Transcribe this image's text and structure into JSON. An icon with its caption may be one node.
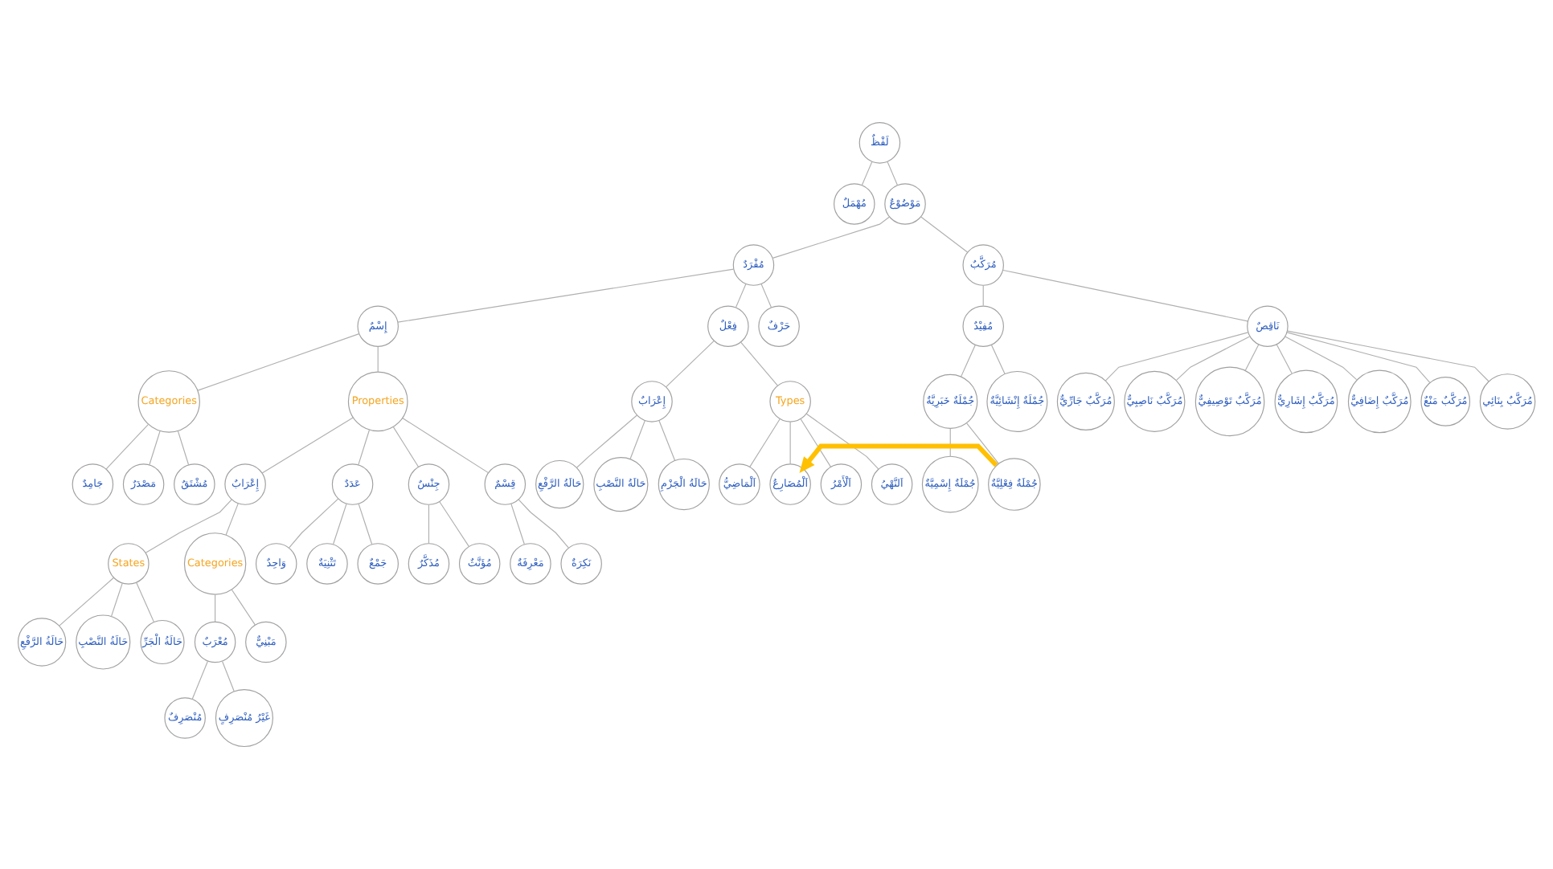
{
  "diagram": {
    "nodes": [
      {
        "text": [
          "لَفْظٌ"
        ]
      },
      {
        "text": [
          "مُهْمَلٌ"
        ]
      },
      {
        "text": [
          "مَوْضُوْعٌ"
        ]
      },
      {
        "text": [
          "مُفْرَدٌ"
        ]
      },
      {
        "text": [
          "مُرَكَّبٌ"
        ]
      },
      {
        "text": [
          "إِسْمٌ"
        ]
      },
      {
        "text": [
          "فِعْلٌ"
        ]
      },
      {
        "text": [
          "حَرْفٌ"
        ]
      },
      {
        "text": [
          "Categories"
        ]
      },
      {
        "text": [
          "Properties"
        ]
      },
      {
        "text": [
          "جَامِدٌ"
        ]
      },
      {
        "text": [
          "مَصْدَرٌ"
        ]
      },
      {
        "text": [
          "مُشْتَقٌ"
        ]
      },
      {
        "text": [
          "إِعْرَابٌ"
        ]
      },
      {
        "text": [
          "عَدَدٌ"
        ]
      },
      {
        "text": [
          "جِنْسٌ"
        ]
      },
      {
        "text": [
          "قِسْمٌ"
        ]
      },
      {
        "text": [
          "States"
        ]
      },
      {
        "text": [
          "Categories"
        ]
      },
      {
        "text": [
          "حَالَةُ الرَّفْعِ"
        ]
      },
      {
        "text": [
          "حَالَةُ النَّصْبِ"
        ]
      },
      {
        "text": [
          "حَالَةُ الْجَرِّ"
        ]
      },
      {
        "text": [
          "مُعْرَبٌ"
        ]
      },
      {
        "text": [
          "مَبْنِيٌّ"
        ]
      },
      {
        "text": [
          "مُنْصَرِفٌ"
        ]
      },
      {
        "text": [
          "غَيْرُ مُنْصَرِفٍ"
        ]
      },
      {
        "text": [
          "وَاحِدٌ"
        ]
      },
      {
        "text": [
          "تَثْنِيَةٌ"
        ]
      },
      {
        "text": [
          "جَمْعٌ"
        ]
      },
      {
        "text": [
          "مُذَكَّرٌ"
        ]
      },
      {
        "text": [
          "مُؤَنَّثٌ"
        ]
      },
      {
        "text": [
          "مَعْرِفَةٌ"
        ]
      },
      {
        "text": [
          "نَكِرَةٌ"
        ]
      },
      {
        "text": [
          "إِعْرَابٌ"
        ]
      },
      {
        "text": [
          "Types"
        ]
      },
      {
        "text": [
          "حَالَةُ الرَّفْعِ"
        ]
      },
      {
        "text": [
          "حَالَةُ النَّصْبِ"
        ]
      },
      {
        "text": [
          "حَالَةُ الْجَزْمِ"
        ]
      },
      {
        "text": [
          "اَلْمَاضِيُّ"
        ]
      },
      {
        "text": [
          "اَلْمُضَارِعُ"
        ]
      },
      {
        "text": [
          "اَلْأَمْرُ"
        ]
      },
      {
        "text": [
          "اَلنَّهْيُ"
        ]
      },
      {
        "text": [
          "مُفِيْدٌ"
        ]
      },
      {
        "text": [
          "نَاقِصٌ"
        ]
      },
      {
        "text": [
          "جُمْلَةٌ خَبَرِيَّةٌ"
        ]
      },
      {
        "text": [
          "جُمْلَةٌ إِنْشَائِيَّةٌ"
        ]
      },
      {
        "text": [
          "جُمْلَةٌ إِسْمِيَّةٌ"
        ]
      },
      {
        "text": [
          "جُمْلَةٌ فِعْلِيَّةٌ"
        ]
      },
      {
        "text": [
          "مُرَكَّبٌ جَارِّيٌّ"
        ]
      },
      {
        "text": [
          "مُرَكَّبٌ نَاصِبِيٌّ"
        ]
      },
      {
        "text": [
          "مُرَكَّبٌ تَوْصِيفِيٌّ"
        ]
      },
      {
        "text": [
          "مُرَكَّبٌ إِشَارِيٌّ"
        ]
      },
      {
        "text": [
          "مُرَكَّبٌ إِضَافِيٌّ"
        ]
      },
      {
        "text": [
          "مُرَكَّبٌ مَنْعٌ"
        ]
      },
      {
        "text": [
          "مُرَكَّبٌ بِنَائِي"
        ]
      }
    ],
    "edges": [
      {
        "from": 0,
        "to": 1,
        "arrow": "none"
      },
      {
        "from": 0,
        "to": 2,
        "arrow": "none"
      },
      {
        "from": 2,
        "to": 3,
        "arrow": "none"
      },
      {
        "from": 2,
        "to": 4,
        "arrow": "none"
      },
      {
        "from": 3,
        "to": 5,
        "arrow": "none"
      },
      {
        "from": 3,
        "to": 6,
        "arrow": "none"
      },
      {
        "from": 3,
        "to": 7,
        "arrow": "none"
      },
      {
        "from": 5,
        "to": 8,
        "arrow": "none"
      },
      {
        "from": 5,
        "to": 9,
        "arrow": "none"
      },
      {
        "from": 8,
        "to": 10,
        "arrow": "none"
      },
      {
        "from": 8,
        "to": 11,
        "arrow": "none"
      },
      {
        "from": 8,
        "to": 12,
        "arrow": "none"
      },
      {
        "from": 9,
        "to": 13,
        "arrow": "none"
      },
      {
        "from": 9,
        "to": 14,
        "arrow": "none"
      },
      {
        "from": 9,
        "to": 15,
        "arrow": "none"
      },
      {
        "from": 9,
        "to": 16,
        "arrow": "none"
      },
      {
        "from": 13,
        "to": 17,
        "arrow": "none"
      },
      {
        "from": 13,
        "to": 18,
        "arrow": "none"
      },
      {
        "from": 17,
        "to": 19,
        "arrow": "none"
      },
      {
        "from": 17,
        "to": 20,
        "arrow": "none"
      },
      {
        "from": 17,
        "to": 21,
        "arrow": "none"
      },
      {
        "from": 18,
        "to": 22,
        "arrow": "none"
      },
      {
        "from": 18,
        "to": 23,
        "arrow": "none"
      },
      {
        "from": 22,
        "to": 24,
        "arrow": "none"
      },
      {
        "from": 22,
        "to": 25,
        "arrow": "none"
      },
      {
        "from": 14,
        "to": 26,
        "arrow": "none"
      },
      {
        "from": 14,
        "to": 27,
        "arrow": "none"
      },
      {
        "from": 14,
        "to": 28,
        "arrow": "none"
      },
      {
        "from": 15,
        "to": 29,
        "arrow": "none"
      },
      {
        "from": 15,
        "to": 30,
        "arrow": "none"
      },
      {
        "from": 16,
        "to": 31,
        "arrow": "none"
      },
      {
        "from": 16,
        "to": 32,
        "arrow": "none"
      },
      {
        "from": 6,
        "to": 33,
        "arrow": "none"
      },
      {
        "from": 6,
        "to": 34,
        "arrow": "none"
      },
      {
        "from": 33,
        "to": 35,
        "arrow": "none"
      },
      {
        "from": 33,
        "to": 36,
        "arrow": "none"
      },
      {
        "from": 33,
        "to": 37,
        "arrow": "none"
      },
      {
        "from": 34,
        "to": 38,
        "arrow": "none"
      },
      {
        "from": 34,
        "to": 39,
        "arrow": "none"
      },
      {
        "from": 34,
        "to": 40,
        "arrow": "none"
      },
      {
        "from": 34,
        "to": 41,
        "arrow": "none"
      },
      {
        "from": 4,
        "to": 42,
        "arrow": "none"
      },
      {
        "from": 4,
        "to": 43,
        "arrow": "none"
      },
      {
        "from": 42,
        "to": 44,
        "arrow": "none"
      },
      {
        "from": 42,
        "to": 45,
        "arrow": "none"
      },
      {
        "from": 44,
        "to": 46,
        "arrow": "none"
      },
      {
        "from": 44,
        "to": 47,
        "arrow": "none"
      },
      {
        "from": 43,
        "to": 48,
        "arrow": "none"
      },
      {
        "from": 43,
        "to": 49,
        "arrow": "none"
      },
      {
        "from": 43,
        "to": 50,
        "arrow": "none"
      },
      {
        "from": 43,
        "to": 51,
        "arrow": "none"
      },
      {
        "from": 43,
        "to": 52,
        "arrow": "none"
      },
      {
        "from": 43,
        "to": 53,
        "arrow": "none"
      },
      {
        "from": 43,
        "to": 54,
        "arrow": "none"
      },
      {
        "from": 47,
        "to": 39,
        "arrow": "to",
        "style": "thick",
        "color": "#ffc000"
      }
    ]
  }
}
